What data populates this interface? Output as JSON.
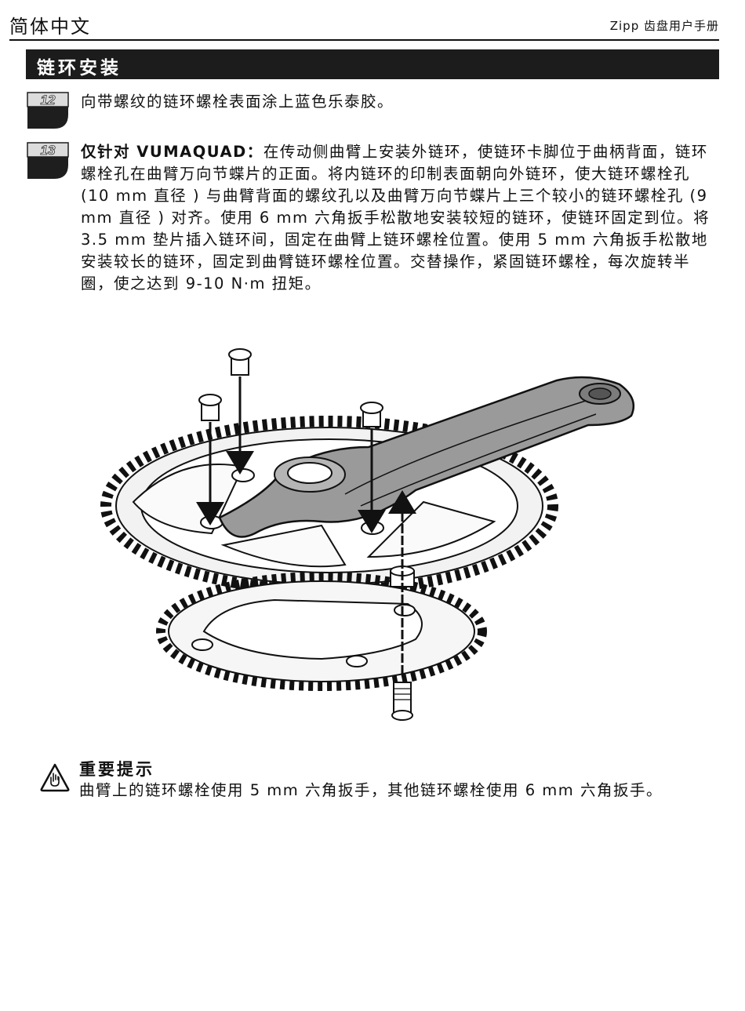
{
  "header": {
    "language": "简体中文",
    "manual_title": "Zipp 齿盘用户手册"
  },
  "section": {
    "title": "链环安装"
  },
  "steps": [
    {
      "number": "12",
      "text": "向带螺纹的链环螺栓表面涂上蓝色乐泰胶。"
    },
    {
      "number": "13",
      "lead": "仅针对 VUMAQUAD：",
      "text": "在传动侧曲臂上安装外链环，使链环卡脚位于曲柄背面，链环螺栓孔在曲臂万向节蝶片的正面。将内链环的印制表面朝向外链环，使大链环螺栓孔 (10 mm 直径 ) 与曲臂背面的螺纹孔以及曲臂万向节蝶片上三个较小的链环螺栓孔 (9 mm 直径 ) 对齐。使用 6 mm 六角扳手松散地安装较短的链环，使链环固定到位。将 3.5 mm 垫片插入链环间，固定在曲臂上链环螺栓位置。使用 5 mm 六角扳手松散地安装较长的链环，固定到曲臂链环螺栓位置。交替操作，紧固链环螺栓，每次旋转半圈，使之达到 9-10 N·m 扭矩。"
    }
  ],
  "note": {
    "title": "重要提示",
    "text": "曲臂上的链环螺栓使用 5 mm 六角扳手，其他链环螺栓使用 6 mm 六角扳手。",
    "icon": "hand-warning-icon"
  },
  "figure": {
    "icon": "crankset-chainring-diagram"
  }
}
